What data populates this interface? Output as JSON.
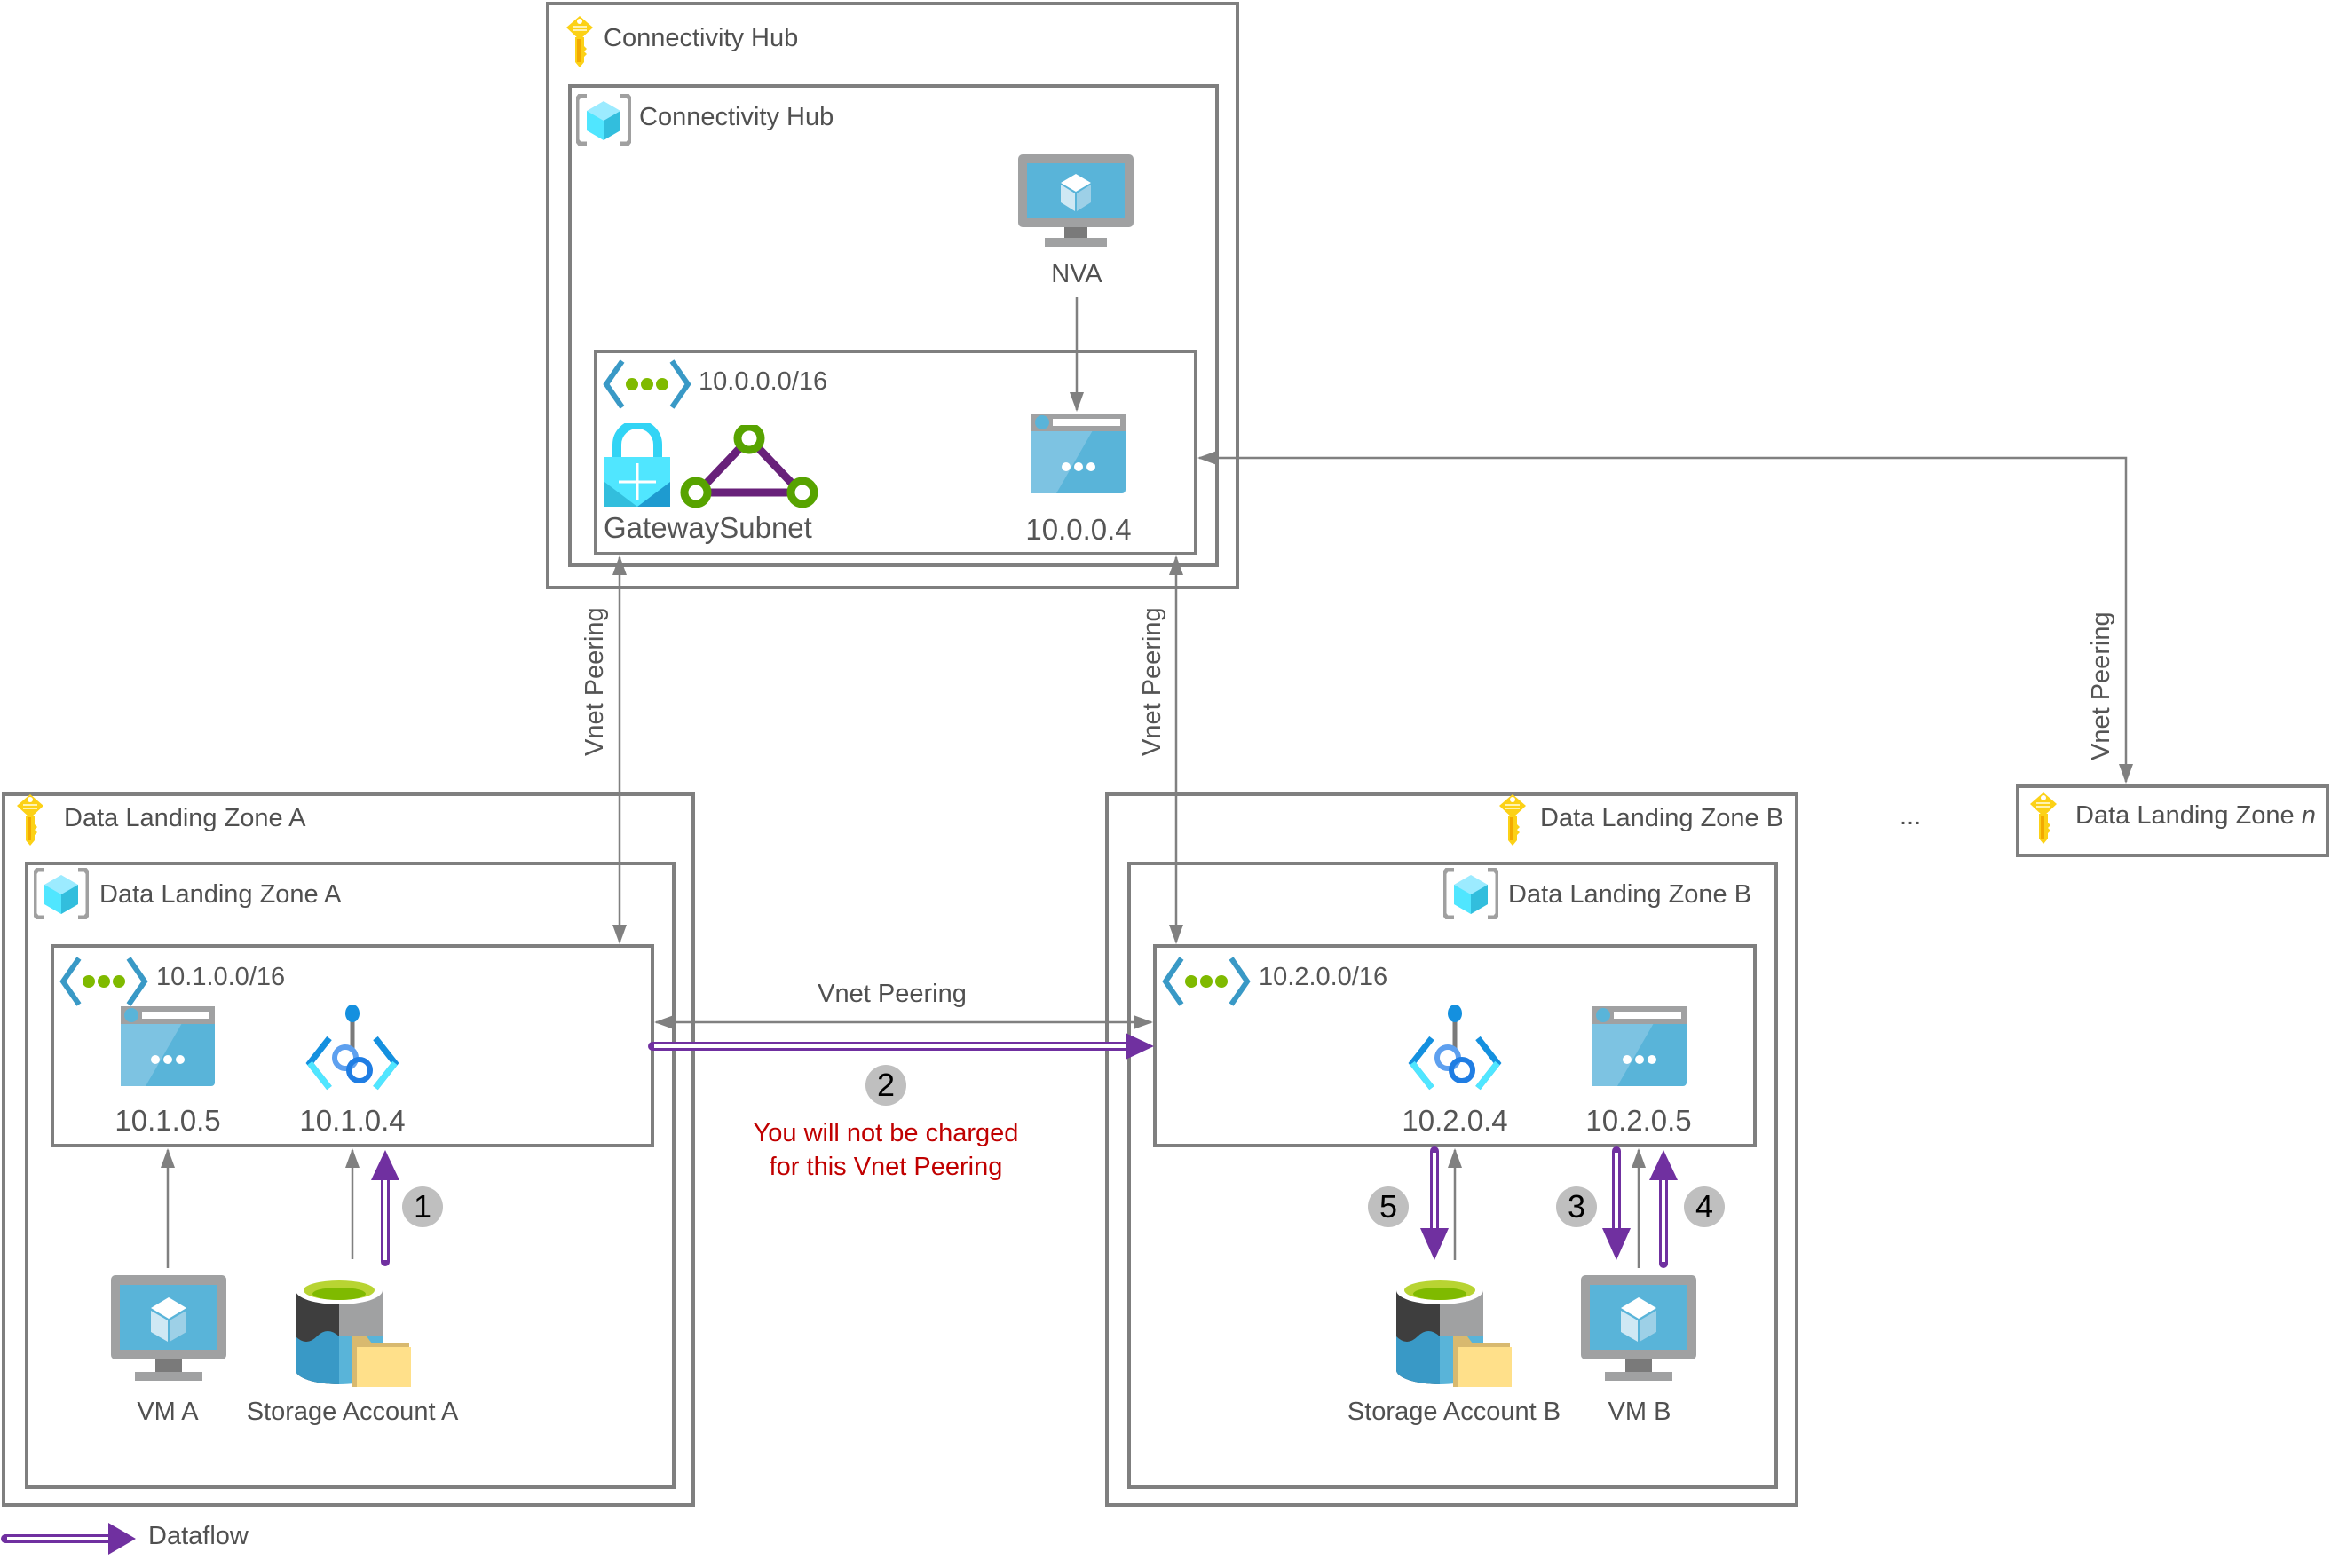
{
  "diagram": {
    "hub": {
      "subscription_label": "Connectivity Hub",
      "resource_group_label": "Connectivity Hub",
      "vnet_cidr": "10.0.0.0/16",
      "gateway_subnet_label": "GatewaySubnet",
      "nva_label": "NVA",
      "nva_nic_ip": "10.0.0.4"
    },
    "zone_a": {
      "subscription_label": "Data Landing Zone A",
      "resource_group_label": "Data Landing Zone A",
      "vnet_cidr": "10.1.0.0/16",
      "nic_ip": "10.1.0.5",
      "private_endpoint_ip": "10.1.0.4",
      "vm_label": "VM A",
      "storage_label": "Storage Account A"
    },
    "zone_b": {
      "subscription_label": "Data Landing Zone B",
      "resource_group_label": "Data Landing Zone B",
      "vnet_cidr": "10.2.0.0/16",
      "private_endpoint_ip": "10.2.0.4",
      "nic_ip": "10.2.0.5",
      "storage_label": "Storage Account B",
      "vm_label": "VM B"
    },
    "zone_n": {
      "subscription_label_prefix": "Data Landing Zone ",
      "subscription_label_suffix": "n"
    },
    "ellipsis": "...",
    "peering_label": "Vnet Peering",
    "charge_note_line1": "You will not be charged",
    "charge_note_line2": "for this Vnet Peering",
    "steps": [
      "1",
      "2",
      "3",
      "4",
      "5"
    ],
    "legend": {
      "dataflow_label": "Dataflow"
    },
    "colors": {
      "border": "#7f7f7f",
      "connector": "#808080",
      "dataflow": "#7030a0",
      "note": "#c00000",
      "badge": "#bfbfbf",
      "key": "#fcd116",
      "azure_blue": "#59b4d9"
    }
  }
}
